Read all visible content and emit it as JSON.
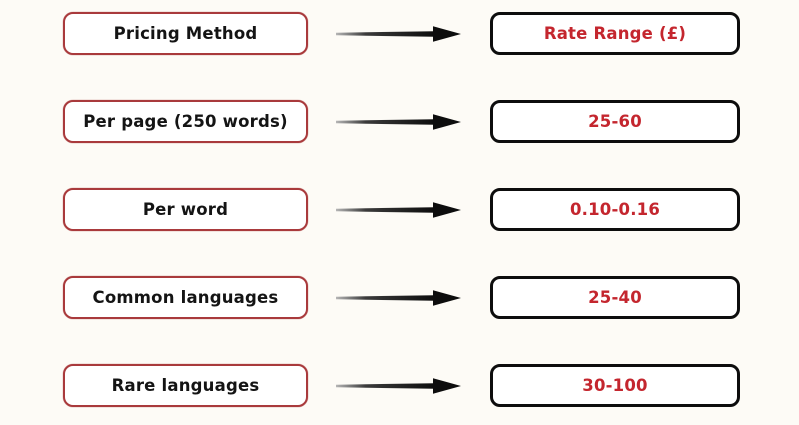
{
  "colors": {
    "background": "#fdfbf6",
    "left_box_border": "#a93a3c",
    "right_box_border": "#0d0d0d",
    "left_label_text": "#141414",
    "right_value_text": "#c4262e",
    "arrow": "#0d0d0d",
    "box_fill": "#ffffff"
  },
  "icons": {
    "arrow": "right-arrow-icon"
  },
  "rows": [
    {
      "left": "Pricing Method",
      "right": "Rate Range (£)"
    },
    {
      "left": "Per page (250 words)",
      "right": "25-60"
    },
    {
      "left": "Per word",
      "right": "0.10-0.16"
    },
    {
      "left": "Common languages",
      "right": "25-40"
    },
    {
      "left": "Rare languages",
      "right": "30-100"
    }
  ],
  "chart_data": {
    "type": "table",
    "title": "Pricing Method vs Rate Range (£)",
    "columns": [
      "Pricing Method",
      "Rate Range (£)"
    ],
    "rows": [
      [
        "Per page (250 words)",
        "25-60"
      ],
      [
        "Per word",
        "0.10-0.16"
      ],
      [
        "Common languages",
        "25-40"
      ],
      [
        "Rare languages",
        "30-100"
      ]
    ]
  }
}
